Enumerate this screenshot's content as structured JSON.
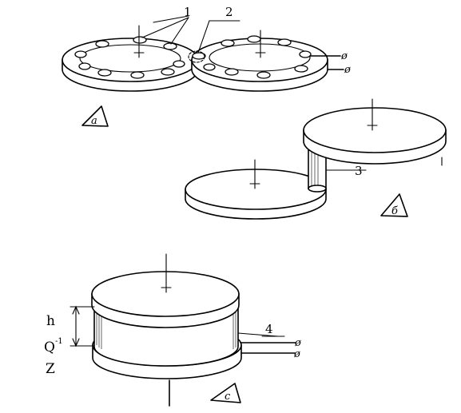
{
  "figure_a": {
    "panel_label": "a",
    "callouts": [
      "1",
      "2"
    ],
    "terminal_marks": [
      "ø",
      "ø"
    ]
  },
  "figure_b": {
    "panel_label": "б",
    "callouts": [
      "3"
    ]
  },
  "figure_c": {
    "panel_label": "c",
    "callouts": [
      "4"
    ],
    "terminal_marks": [
      "ø",
      "ø"
    ],
    "side_labels": {
      "height": "h",
      "q_base": "Q",
      "q_exp": "-1",
      "z": "Z"
    }
  }
}
